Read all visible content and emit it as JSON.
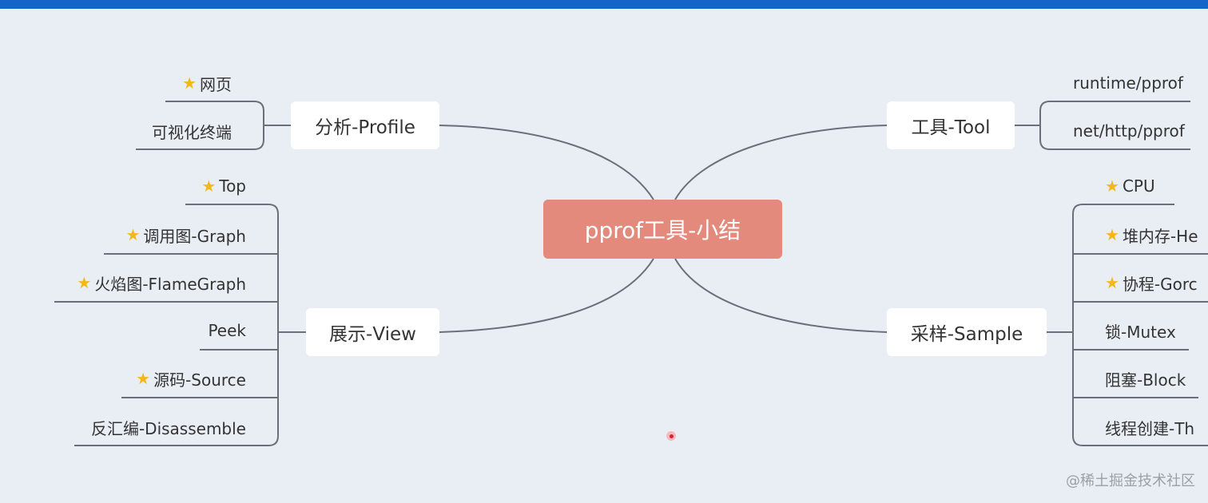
{
  "center": "pprof工具-小结",
  "branches": {
    "profile": {
      "label": "分析-Profile",
      "items": [
        {
          "label": "网页",
          "starred": true
        },
        {
          "label": "可视化终端",
          "starred": false
        }
      ]
    },
    "tool": {
      "label": "工具-Tool",
      "items": [
        {
          "label": "runtime/pprof",
          "starred": false
        },
        {
          "label": "net/http/pprof",
          "starred": false
        }
      ]
    },
    "view": {
      "label": "展示-View",
      "items": [
        {
          "label": "Top",
          "starred": true
        },
        {
          "label": "调用图-Graph",
          "starred": true
        },
        {
          "label": "火焰图-FlameGraph",
          "starred": true
        },
        {
          "label": "Peek",
          "starred": false
        },
        {
          "label": "源码-Source",
          "starred": true
        },
        {
          "label": "反汇编-Disassemble",
          "starred": false
        }
      ]
    },
    "sample": {
      "label": "采样-Sample",
      "items": [
        {
          "label": "CPU",
          "starred": true
        },
        {
          "label": "堆内存-He",
          "starred": true
        },
        {
          "label": "协程-Gorc",
          "starred": true
        },
        {
          "label": "锁-Mutex",
          "starred": false
        },
        {
          "label": "阻塞-Block",
          "starred": false
        },
        {
          "label": "线程创建-Th",
          "starred": false
        }
      ]
    }
  },
  "icons": {
    "star": "star-icon",
    "cursor": "cursor-dot-icon"
  },
  "colors": {
    "center": "#e38a7c",
    "line": "#6b6f78",
    "star": "#f2b81b",
    "topbar": "#1565c9"
  },
  "watermark": "@稀土掘金技术社区"
}
